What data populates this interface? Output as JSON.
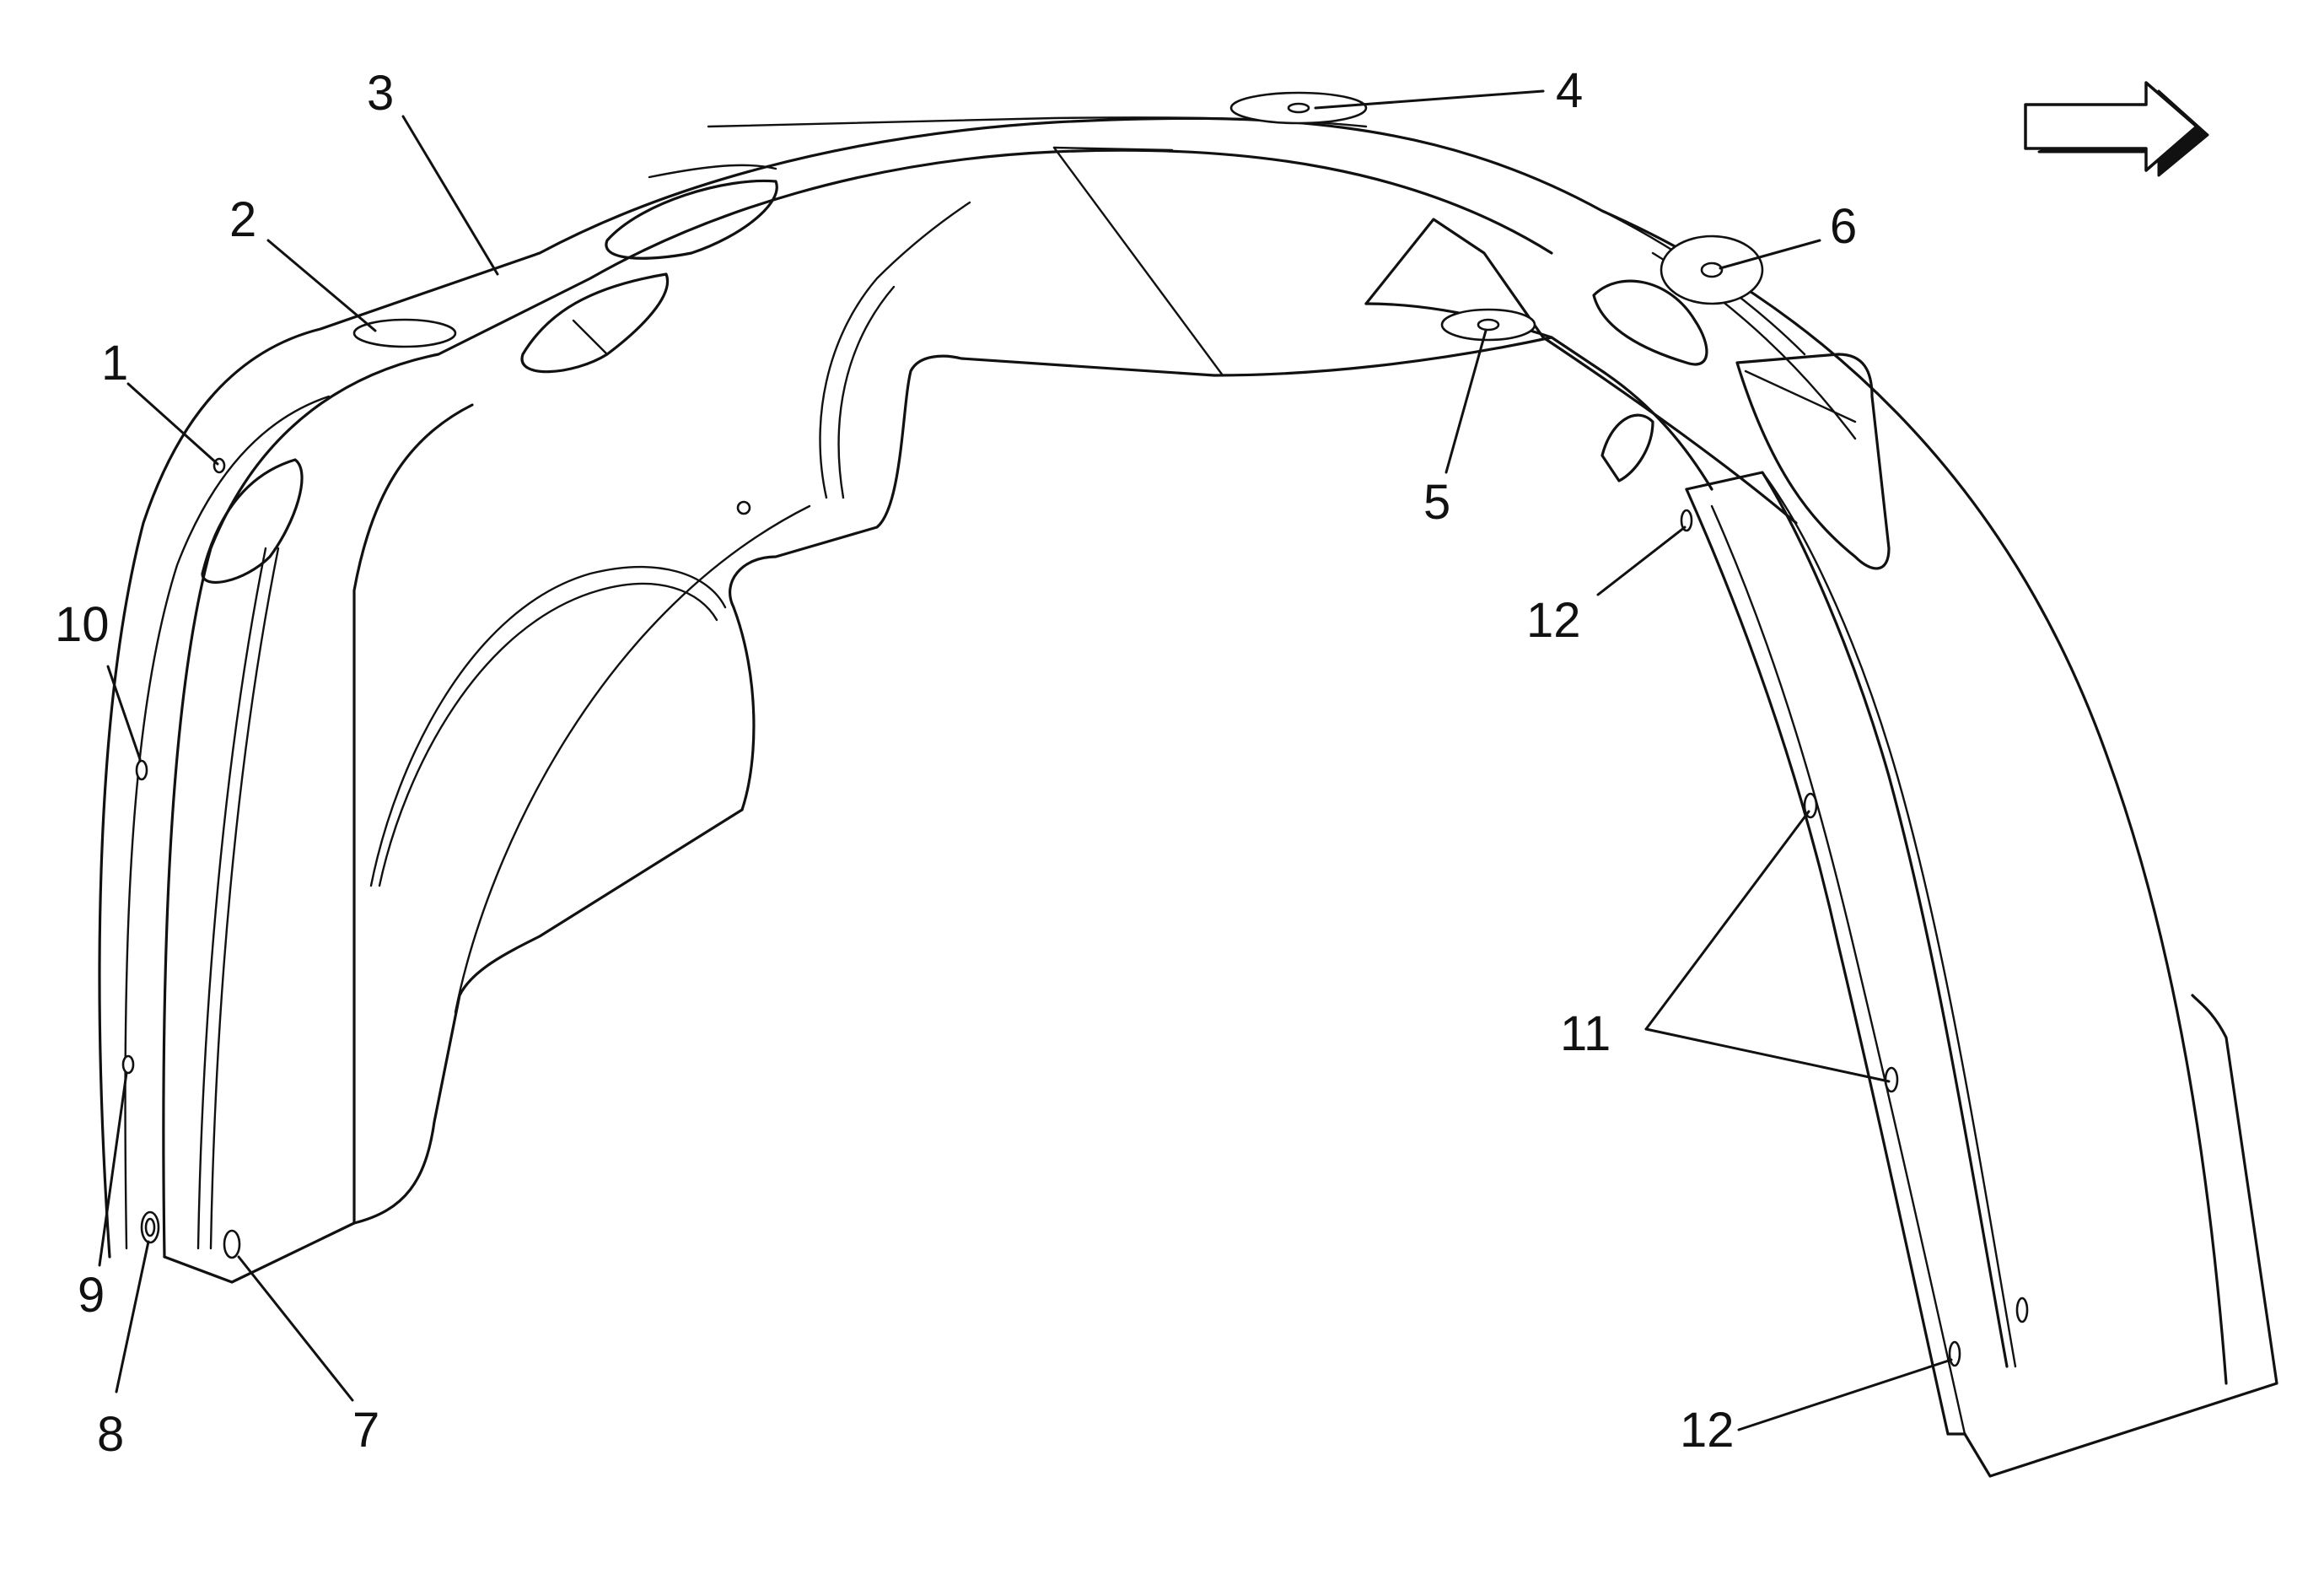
{
  "callouts": {
    "c1": "1",
    "c2": "2",
    "c3": "3",
    "c4": "4",
    "c5": "5",
    "c6": "6",
    "c7": "7",
    "c8": "8",
    "c9": "9",
    "c10": "10",
    "c11": "11",
    "c12a": "12",
    "c12b": "12"
  },
  "icons": {
    "direction_arrow": "right-arrow-icon"
  },
  "colors": {
    "line": "#111111",
    "background": "#ffffff"
  }
}
